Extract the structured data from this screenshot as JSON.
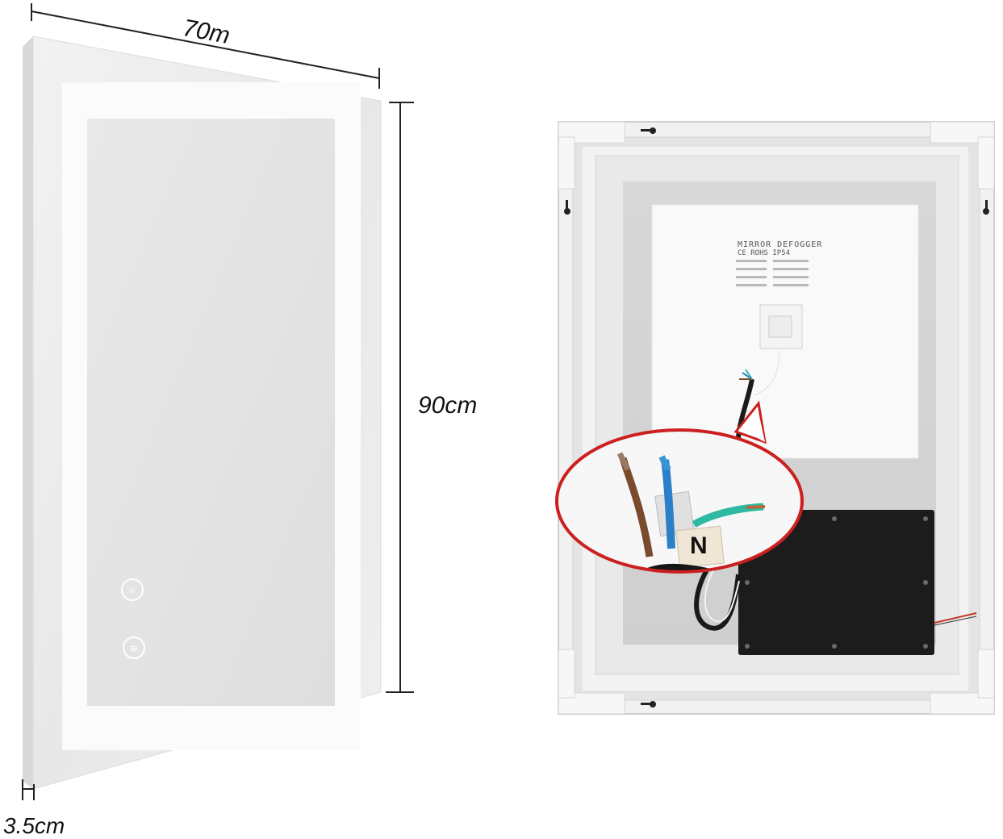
{
  "dimensions": {
    "width": "70m",
    "height": "90cm",
    "depth": "3.5cm"
  },
  "front_view": {
    "touch_buttons": [
      {
        "icon": "dimmer-icon"
      },
      {
        "icon": "defogger-icon"
      }
    ]
  },
  "back_view": {
    "label": {
      "title": "MIRROR DEFOGGER",
      "certs": "CE ROHS IP54"
    },
    "wire_tag": "N",
    "colors": {
      "callout_ring": "#cc1f1f",
      "driver_box": "#1c1c1c",
      "wire_blue": "#2a7fc9",
      "wire_green": "#2fb9a2",
      "wire_brown": "#7a4a2c"
    }
  }
}
